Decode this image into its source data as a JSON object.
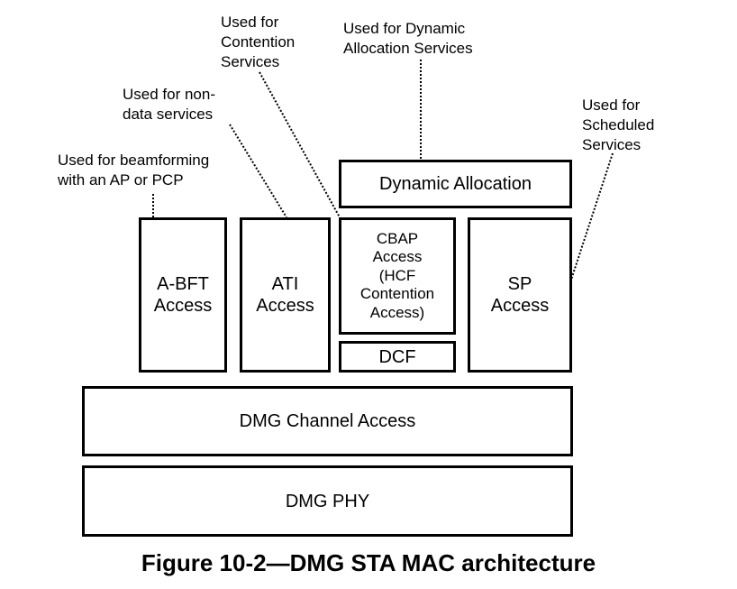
{
  "diagram": {
    "boxes": {
      "abft": "A-BFT\nAccess",
      "ati": "ATI\nAccess",
      "cbap": "CBAP\nAccess\n(HCF\nContention\nAccess)",
      "dcf": "DCF",
      "sp": "SP\nAccess",
      "dynamic_allocation": "Dynamic Allocation",
      "channel_access": "DMG Channel Access",
      "phy": "DMG PHY"
    },
    "annotations": {
      "beamforming": "Used for beamforming\nwith an AP or PCP",
      "non_data": "Used for non-\ndata services",
      "contention": "Used for\nContention\nServices",
      "dynamic": "Used for Dynamic\nAllocation Services",
      "scheduled": "Used for\nScheduled\nServices"
    },
    "caption": "Figure 10-2—DMG STA MAC architecture"
  }
}
